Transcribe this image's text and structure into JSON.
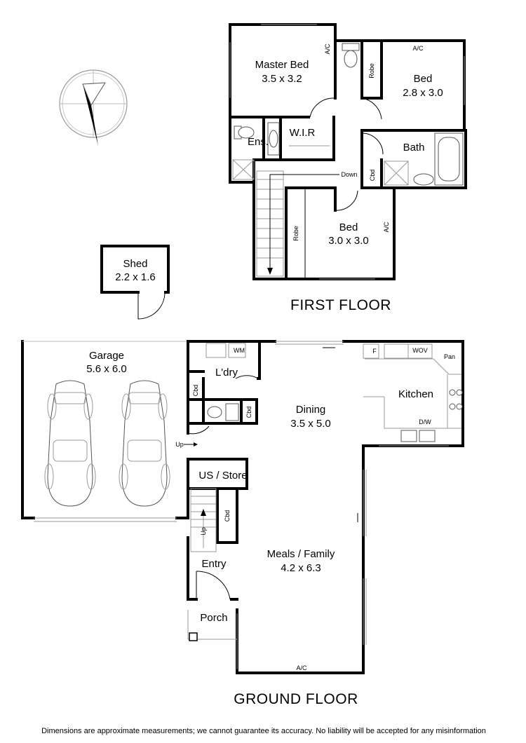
{
  "floors": {
    "first": "FIRST FLOOR",
    "ground": "GROUND FLOOR"
  },
  "first_floor": {
    "master_bed": {
      "name": "Master Bed",
      "size": "3.5 x 3.2"
    },
    "bed_2": {
      "name": "Bed",
      "size": "2.8 x 3.0"
    },
    "bed_3": {
      "name": "Bed",
      "size": "3.0 x 3.0"
    },
    "ens": "Ens.",
    "wir": "W.I.R",
    "bath": "Bath",
    "robe_2": "Robe",
    "robe_3": "Robe",
    "cbd": "Cbd",
    "down": "Down",
    "ac_master": "A/C",
    "ac_bed2": "A/C",
    "ac_bed3": "A/C"
  },
  "shed": {
    "name": "Shed",
    "size": "2.2 x 1.6"
  },
  "ground_floor": {
    "garage": {
      "name": "Garage",
      "size": "5.6 x 6.0"
    },
    "ldry": "L'dry",
    "wm": "WM",
    "cbd_ldry": "Cbd",
    "cbd_wc": "Cbd",
    "cbd_stair": "Cbd",
    "kitchen": "Kitchen",
    "f": "F",
    "wov": "WOV",
    "pan": "Pan",
    "dw": "D/W",
    "dining": {
      "name": "Dining",
      "size": "3.5 x 5.0"
    },
    "up_garage": "Up",
    "us_store": "US / Store",
    "up_stair": "Up",
    "entry": "Entry",
    "porch": "Porch",
    "meals_family": {
      "name": "Meals / Family",
      "size": "4.2 x 6.3"
    },
    "ac": "A/C"
  },
  "disclaimer": "Dimensions are approximate measurements; we cannot guarantee its accuracy. No liability will be accepted for any misinformation",
  "icons": [
    "compass-icon",
    "car-icon",
    "toilet-icon",
    "bath-icon",
    "sink-icon",
    "stove-icon"
  ]
}
